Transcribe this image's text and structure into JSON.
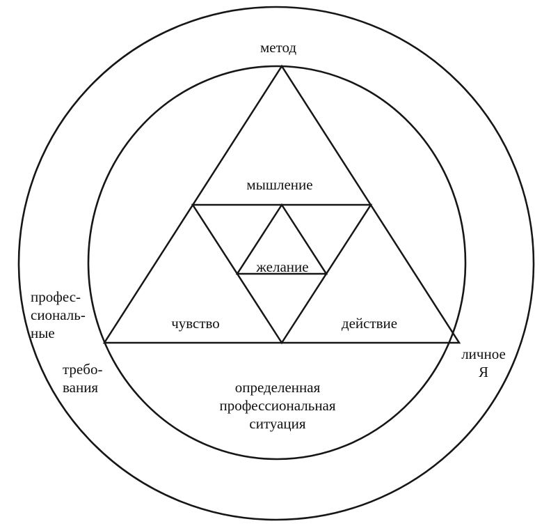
{
  "diagram": {
    "title": "",
    "colors": {
      "stroke": "#161616",
      "background": "#ffffff"
    },
    "labels": {
      "method": "метод",
      "thinking": "мышление",
      "desire": "желание",
      "feeling": "чувство",
      "action": "действие",
      "professional": "профес-\nсиональ-\nные",
      "requirements": "требо-\nвания",
      "personal_self": "личное\nЯ",
      "situation": "определенная\nпрофессиональная\nситуация"
    }
  }
}
